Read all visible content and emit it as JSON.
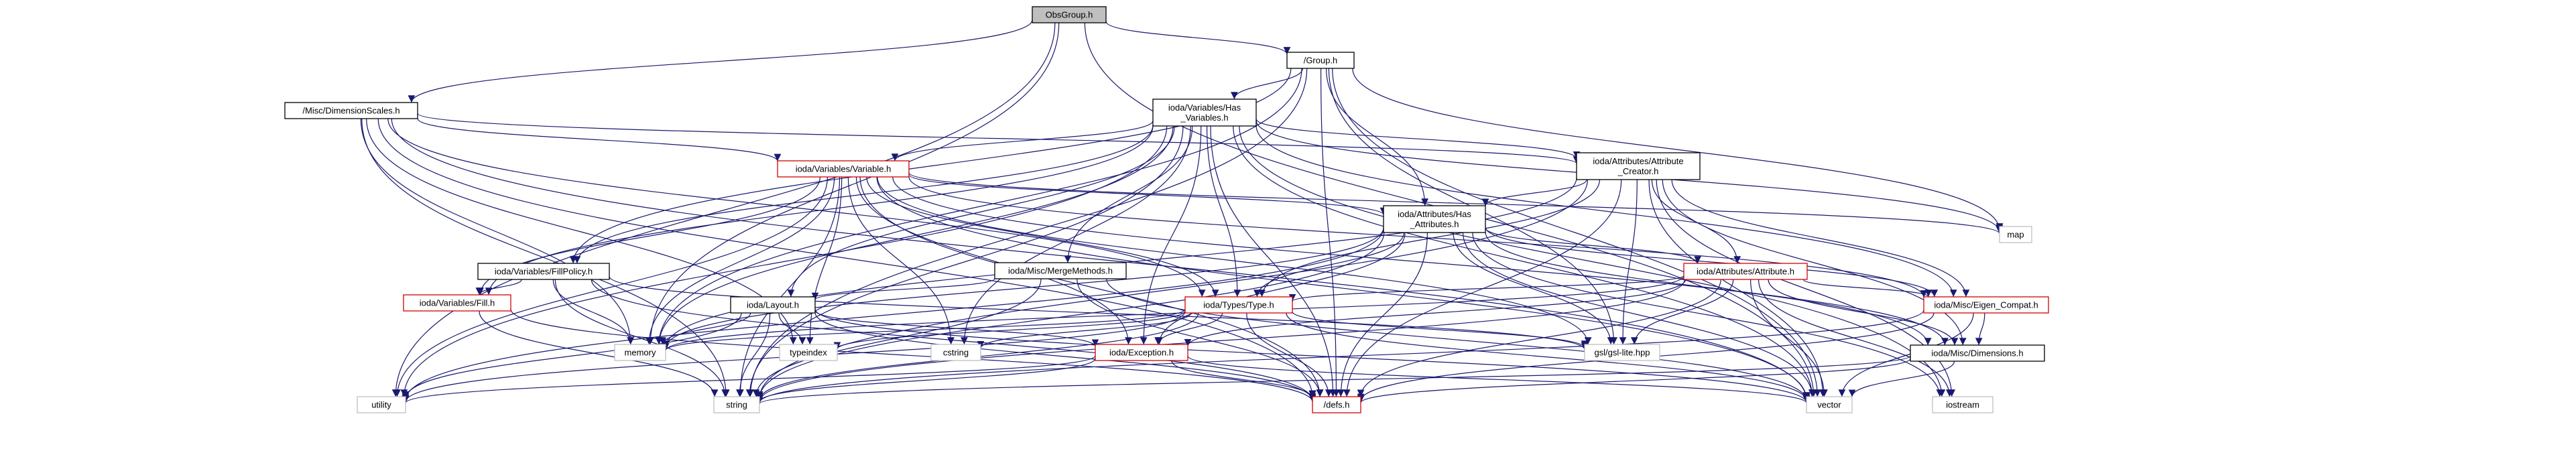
{
  "nodes": {
    "obsgroup": {
      "lines": [
        "ObsGroup.h"
      ],
      "style": "root"
    },
    "group": {
      "lines": [
        "/Group.h"
      ],
      "style": "normal"
    },
    "dimscales": {
      "lines": [
        "/Misc/DimensionScales.h"
      ],
      "style": "normal"
    },
    "hasvars": {
      "lines": [
        "ioda/Variables/Has",
        "_Variables.h"
      ],
      "style": "normal"
    },
    "variable": {
      "lines": [
        "ioda/Variables/Variable.h"
      ],
      "style": "red"
    },
    "attrcreator": {
      "lines": [
        "ioda/Attributes/Attribute",
        "_Creator.h"
      ],
      "style": "normal"
    },
    "hasattrs": {
      "lines": [
        "ioda/Attributes/Has",
        "_Attributes.h"
      ],
      "style": "normal"
    },
    "map": {
      "lines": [
        "map"
      ],
      "style": "plain"
    },
    "fillpolicy": {
      "lines": [
        "ioda/Variables/FillPolicy.h"
      ],
      "style": "normal"
    },
    "fill": {
      "lines": [
        "ioda/Variables/Fill.h"
      ],
      "style": "red"
    },
    "merge": {
      "lines": [
        "ioda/Misc/MergeMethods.h"
      ],
      "style": "normal"
    },
    "layout": {
      "lines": [
        "ioda/Layout.h"
      ],
      "style": "normal"
    },
    "attribute": {
      "lines": [
        "ioda/Attributes/Attribute.h"
      ],
      "style": "red"
    },
    "type": {
      "lines": [
        "ioda/Types/Type.h"
      ],
      "style": "red"
    },
    "eigen": {
      "lines": [
        "ioda/Misc/Eigen_Compat.h"
      ],
      "style": "red"
    },
    "memory": {
      "lines": [
        "memory"
      ],
      "style": "plain"
    },
    "typeindex": {
      "lines": [
        "typeindex"
      ],
      "style": "plain"
    },
    "cstring": {
      "lines": [
        "cstring"
      ],
      "style": "plain"
    },
    "gsl": {
      "lines": [
        "gsl/gsl-lite.hpp"
      ],
      "style": "plain"
    },
    "exception": {
      "lines": [
        "ioda/Exception.h"
      ],
      "style": "red"
    },
    "dimensions": {
      "lines": [
        "ioda/Misc/Dimensions.h"
      ],
      "style": "normal"
    },
    "utility": {
      "lines": [
        "utility"
      ],
      "style": "plain"
    },
    "string": {
      "lines": [
        "string"
      ],
      "style": "plain"
    },
    "defs": {
      "lines": [
        "/defs.h"
      ],
      "style": "red"
    },
    "vector": {
      "lines": [
        "vector"
      ],
      "style": "plain"
    },
    "iostream": {
      "lines": [
        "iostream"
      ],
      "style": "plain"
    }
  },
  "edges": [
    [
      "obsgroup",
      "group"
    ],
    [
      "obsgroup",
      "dimscales"
    ],
    [
      "obsgroup",
      "memory"
    ],
    [
      "obsgroup",
      "utility"
    ],
    [
      "obsgroup",
      "vector"
    ],
    [
      "group",
      "hasvars"
    ],
    [
      "group",
      "hasattrs"
    ],
    [
      "group",
      "fillpolicy"
    ],
    [
      "group",
      "map"
    ],
    [
      "group",
      "string"
    ],
    [
      "group",
      "vector"
    ],
    [
      "group",
      "defs"
    ],
    [
      "group",
      "memory"
    ],
    [
      "group",
      "gsl"
    ],
    [
      "dimscales",
      "variable"
    ],
    [
      "dimscales",
      "type"
    ],
    [
      "dimscales",
      "attrcreator"
    ],
    [
      "dimscales",
      "memory"
    ],
    [
      "dimscales",
      "string"
    ],
    [
      "dimscales",
      "typeindex"
    ],
    [
      "dimscales",
      "vector"
    ],
    [
      "dimscales",
      "defs"
    ],
    [
      "hasvars",
      "variable"
    ],
    [
      "hasvars",
      "attrcreator"
    ],
    [
      "hasvars",
      "fillpolicy"
    ],
    [
      "hasvars",
      "fill"
    ],
    [
      "hasvars",
      "merge"
    ],
    [
      "hasvars",
      "layout"
    ],
    [
      "hasvars",
      "type"
    ],
    [
      "hasvars",
      "exception"
    ],
    [
      "hasvars",
      "defs"
    ],
    [
      "hasvars",
      "memory"
    ],
    [
      "hasvars",
      "cstring"
    ],
    [
      "hasvars",
      "string"
    ],
    [
      "hasvars",
      "vector"
    ],
    [
      "hasvars",
      "map"
    ],
    [
      "hasvars",
      "utility"
    ],
    [
      "hasvars",
      "eigen"
    ],
    [
      "hasvars",
      "iostream"
    ],
    [
      "variable",
      "hasattrs"
    ],
    [
      "variable",
      "type"
    ],
    [
      "variable",
      "exception"
    ],
    [
      "variable",
      "dimensions"
    ],
    [
      "variable",
      "eigen"
    ],
    [
      "variable",
      "fill"
    ],
    [
      "variable",
      "gsl"
    ],
    [
      "variable",
      "memory"
    ],
    [
      "variable",
      "string"
    ],
    [
      "variable",
      "vector"
    ],
    [
      "variable",
      "defs"
    ],
    [
      "variable",
      "utility"
    ],
    [
      "variable",
      "typeindex"
    ],
    [
      "variable",
      "map"
    ],
    [
      "variable",
      "cstring"
    ],
    [
      "attrcreator",
      "hasattrs"
    ],
    [
      "attrcreator",
      "attribute"
    ],
    [
      "attrcreator",
      "type"
    ],
    [
      "attrcreator",
      "dimensions"
    ],
    [
      "attrcreator",
      "eigen"
    ],
    [
      "attrcreator",
      "gsl"
    ],
    [
      "attrcreator",
      "memory"
    ],
    [
      "attrcreator",
      "string"
    ],
    [
      "attrcreator",
      "vector"
    ],
    [
      "attrcreator",
      "defs"
    ],
    [
      "attrcreator",
      "iostream"
    ],
    [
      "hasattrs",
      "attribute"
    ],
    [
      "hasattrs",
      "type"
    ],
    [
      "hasattrs",
      "exception"
    ],
    [
      "hasattrs",
      "dimensions"
    ],
    [
      "hasattrs",
      "eigen"
    ],
    [
      "hasattrs",
      "gsl"
    ],
    [
      "hasattrs",
      "memory"
    ],
    [
      "hasattrs",
      "string"
    ],
    [
      "hasattrs",
      "vector"
    ],
    [
      "hasattrs",
      "defs"
    ],
    [
      "hasattrs",
      "utility"
    ],
    [
      "hasattrs",
      "iostream"
    ],
    [
      "fillpolicy",
      "fill"
    ],
    [
      "fillpolicy",
      "memory"
    ],
    [
      "fillpolicy",
      "defs"
    ],
    [
      "fillpolicy",
      "string"
    ],
    [
      "fillpolicy",
      "gsl"
    ],
    [
      "fill",
      "string"
    ],
    [
      "fill",
      "defs"
    ],
    [
      "merge",
      "layout"
    ],
    [
      "merge",
      "string"
    ],
    [
      "merge",
      "defs"
    ],
    [
      "merge",
      "vector"
    ],
    [
      "layout",
      "exception"
    ],
    [
      "layout",
      "memory"
    ],
    [
      "layout",
      "string"
    ],
    [
      "layout",
      "typeindex"
    ],
    [
      "layout",
      "defs"
    ],
    [
      "layout",
      "utility"
    ],
    [
      "layout",
      "vector"
    ],
    [
      "attribute",
      "type"
    ],
    [
      "attribute",
      "exception"
    ],
    [
      "attribute",
      "dimensions"
    ],
    [
      "attribute",
      "eigen"
    ],
    [
      "attribute",
      "gsl"
    ],
    [
      "attribute",
      "memory"
    ],
    [
      "attribute",
      "string"
    ],
    [
      "attribute",
      "vector"
    ],
    [
      "attribute",
      "defs"
    ],
    [
      "attribute",
      "iostream"
    ],
    [
      "type",
      "exception"
    ],
    [
      "type",
      "typeindex"
    ],
    [
      "type",
      "cstring"
    ],
    [
      "type",
      "memory"
    ],
    [
      "type",
      "string"
    ],
    [
      "type",
      "vector"
    ],
    [
      "type",
      "defs"
    ],
    [
      "type",
      "gsl"
    ],
    [
      "type",
      "utility"
    ],
    [
      "eigen",
      "dimensions"
    ],
    [
      "eigen",
      "defs"
    ],
    [
      "eigen",
      "vector"
    ],
    [
      "eigen",
      "string"
    ],
    [
      "exception",
      "defs"
    ],
    [
      "exception",
      "string"
    ],
    [
      "exception",
      "utility"
    ],
    [
      "exception",
      "vector"
    ],
    [
      "dimensions",
      "defs"
    ],
    [
      "dimensions",
      "vector"
    ],
    [
      "dimensions",
      "string"
    ]
  ]
}
